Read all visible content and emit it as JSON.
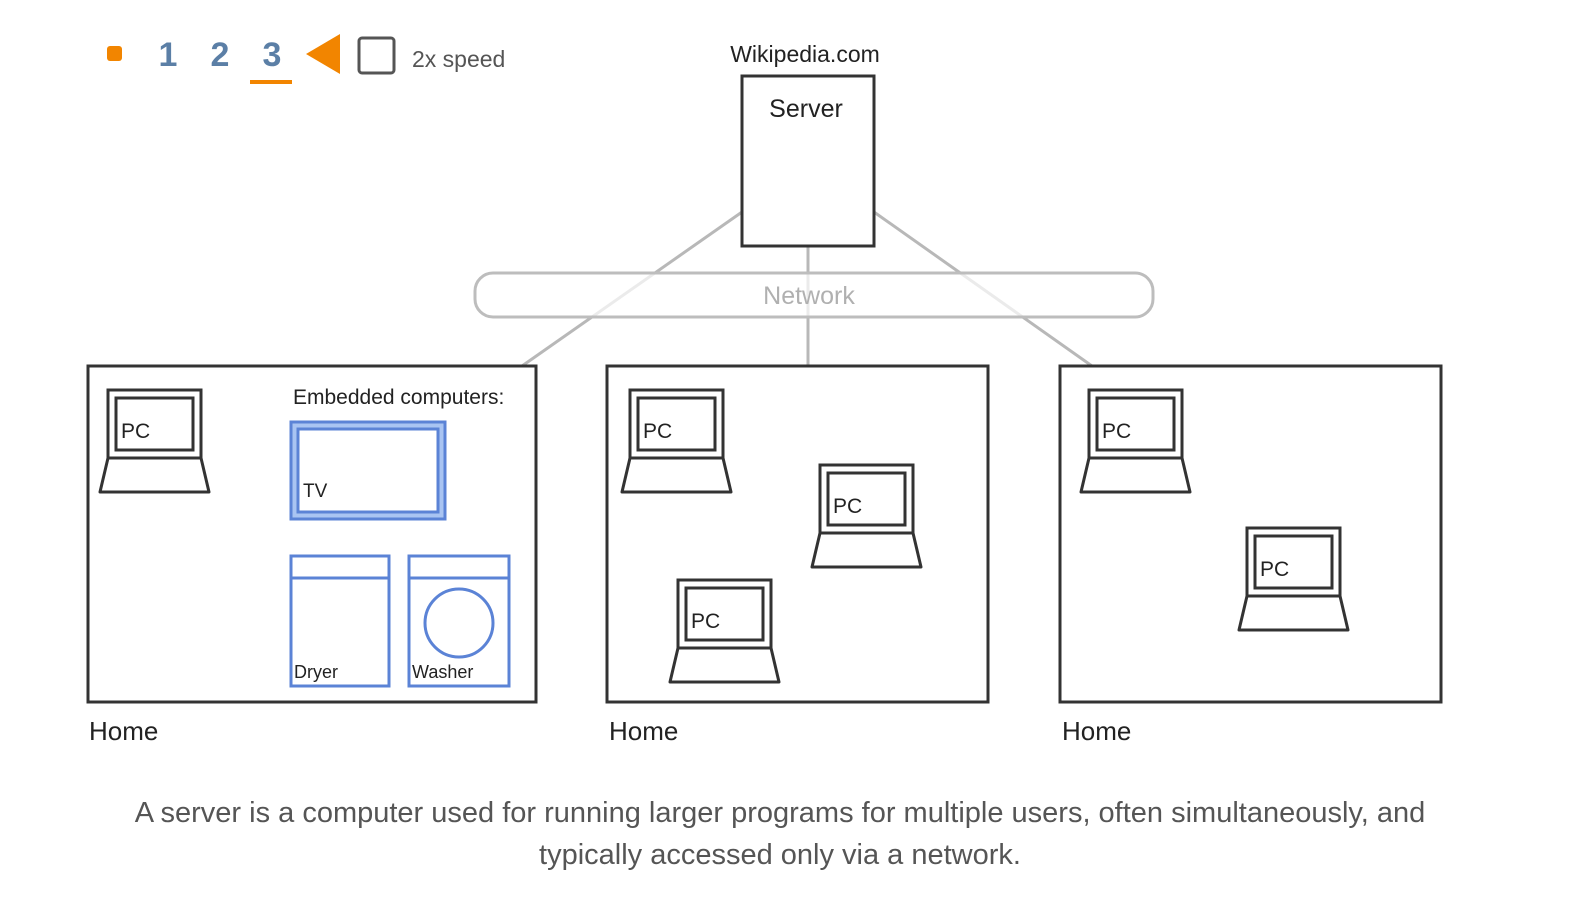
{
  "controls": {
    "steps": [
      "1",
      "2",
      "3"
    ],
    "active_step": "3",
    "speed_label": "2x speed",
    "speed_checked": false
  },
  "server": {
    "domain": "Wikipedia.com",
    "label": "Server"
  },
  "network": {
    "label": "Network"
  },
  "homes": [
    {
      "label": "Home",
      "embedded_heading": "Embedded computers:",
      "pcs": [
        "PC"
      ],
      "devices": [
        "TV",
        "Dryer",
        "Washer"
      ]
    },
    {
      "label": "Home",
      "pcs": [
        "PC",
        "PC",
        "PC"
      ]
    },
    {
      "label": "Home",
      "pcs": [
        "PC",
        "PC"
      ]
    }
  ],
  "caption": "A server is a computer used for running larger programs for multiple users, often simultaneously, and typically accessed only via a network.",
  "colors": {
    "accent": "#f28500",
    "step": "#5b7fa6",
    "outline": "#333333",
    "network": "#b8b8b8",
    "device": "#5b83d6",
    "device_fill": "#a9c4f2",
    "caption": "#555555"
  }
}
